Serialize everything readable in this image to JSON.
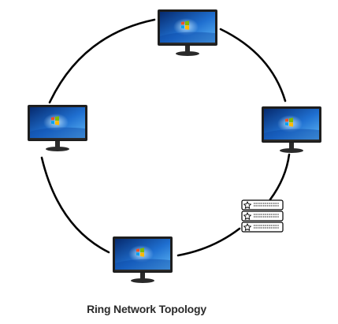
{
  "diagram": {
    "caption": "Ring Network Topology",
    "nodes": [
      {
        "id": "monitor-top",
        "type": "monitor",
        "icon": "windows-desktop-icon"
      },
      {
        "id": "monitor-right",
        "type": "monitor",
        "icon": "windows-desktop-icon"
      },
      {
        "id": "server",
        "type": "server",
        "icon": "server-rack-icon"
      },
      {
        "id": "monitor-bottom",
        "type": "monitor",
        "icon": "windows-desktop-icon"
      },
      {
        "id": "monitor-left",
        "type": "monitor",
        "icon": "windows-desktop-icon"
      }
    ],
    "connection": "ring",
    "colors": {
      "ring": "#000000",
      "screen_dark": "#0a3a8c",
      "screen_light": "#3fa2f0",
      "bezel": "#1e1e1e",
      "stand": "#2a2a2a",
      "caption": "#2b2b2b"
    }
  }
}
